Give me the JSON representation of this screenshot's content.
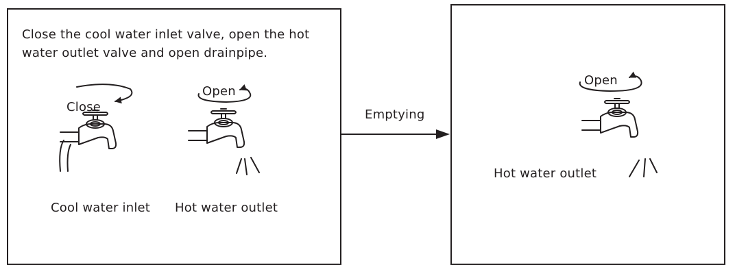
{
  "instruction": "Close the cool water inlet valve, open the hot water outlet valve and open drainpipe.",
  "left_panel": {
    "cool_valve": {
      "action": "Close",
      "label": "Cool water inlet"
    },
    "hot_valve": {
      "action": "Open",
      "label": "Hot water outlet"
    }
  },
  "arrow": {
    "label": "Emptying"
  },
  "right_panel": {
    "hot_valve": {
      "action": "Open",
      "label": "Hot water outlet"
    }
  },
  "colors": {
    "ink": "#231f20",
    "background": "#ffffff"
  }
}
